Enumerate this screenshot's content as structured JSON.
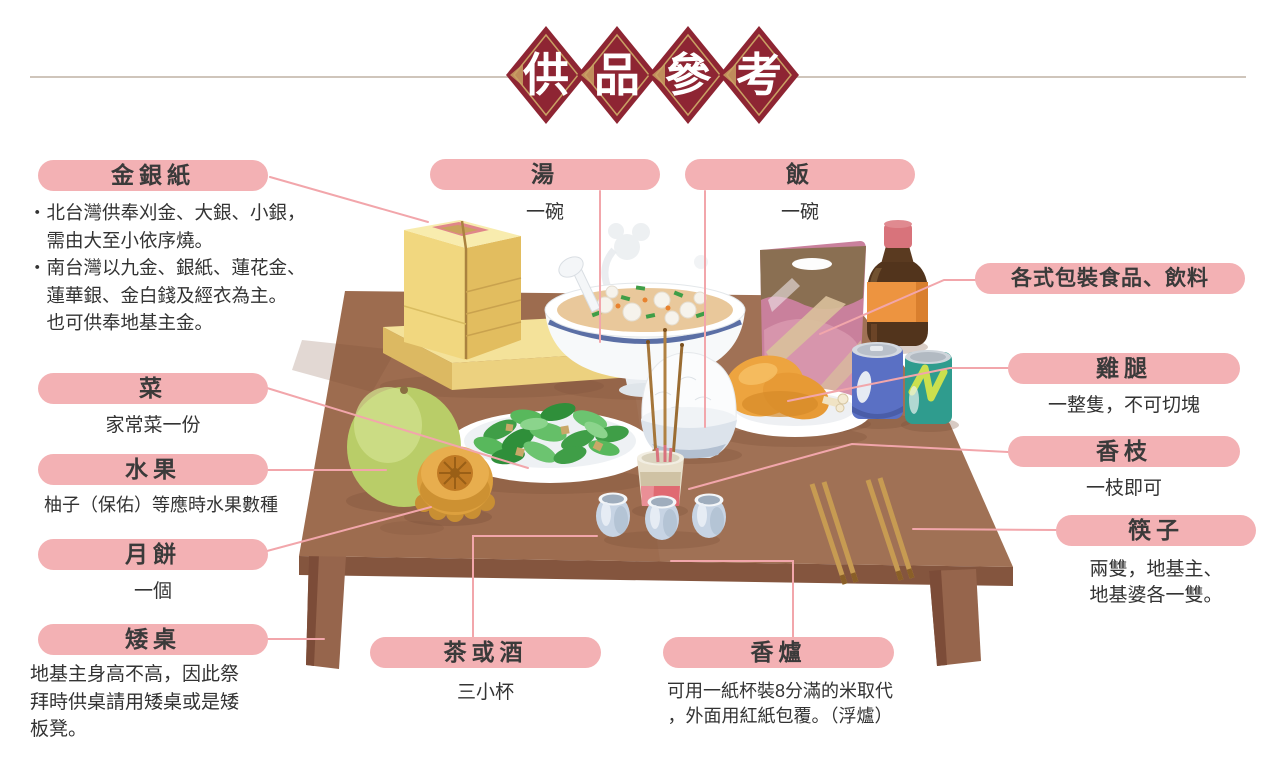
{
  "title": {
    "chars": [
      "供",
      "品",
      "參",
      "考"
    ]
  },
  "labels": {
    "joss": {
      "title": "金銀紙",
      "bullets": [
        "・北台灣供奉刈金、大銀、小銀，",
        "　需由大至小依序燒。",
        "・南台灣以九金、銀紙、蓮花金、",
        "　蓮華銀、金白錢及經衣為主。",
        "　也可供奉地基主金。"
      ]
    },
    "soup": {
      "title": "湯",
      "caption": "一碗"
    },
    "rice": {
      "title": "飯",
      "caption": "一碗"
    },
    "veg": {
      "title": "菜",
      "caption": "家常菜一份"
    },
    "fruit": {
      "title": "水果",
      "caption": "柚子（保佑）等應時水果數種"
    },
    "mooncake": {
      "title": "月餅",
      "caption": "一個"
    },
    "low_table": {
      "title": "矮桌",
      "lines": [
        "地基主身高不高，因此祭",
        "拜時供桌請用矮桌或是矮",
        "板凳。"
      ]
    },
    "packaged": {
      "title": "各式包裝食品、飲料"
    },
    "chicken": {
      "title": "雞腿",
      "caption": "一整隻，不可切塊"
    },
    "incense_stick": {
      "title": "香枝",
      "caption": "一枝即可"
    },
    "chopsticks": {
      "title": "筷子",
      "lines": [
        "兩雙，地基主、",
        "地基婆各一雙。"
      ]
    },
    "tea": {
      "title": "茶或酒",
      "caption": "三小杯"
    },
    "burner": {
      "title": "香爐",
      "lines": [
        "可用一紙杯裝8分滿的米取代",
        "，外面用紅紙包覆。（浮爐）"
      ]
    }
  },
  "illustration": {
    "items": [
      "joss-paper-stack",
      "soup-bowl",
      "vegetable-plate",
      "pomelo",
      "mooncake",
      "rice-bowl",
      "chicken-plate",
      "snack-bag",
      "drink-bottle",
      "blue-can",
      "teal-can",
      "incense-sticks",
      "incense-burner",
      "teacups",
      "chopsticks",
      "low-table"
    ]
  },
  "colors": {
    "pill_pink": "#f3b1b4",
    "leader_pink": "#f2a6ab",
    "diamond_red": "#8e2533",
    "diamond_gold": "#c9a063",
    "table_brown": "#9d6c4f",
    "text": "#3a3a3a"
  }
}
